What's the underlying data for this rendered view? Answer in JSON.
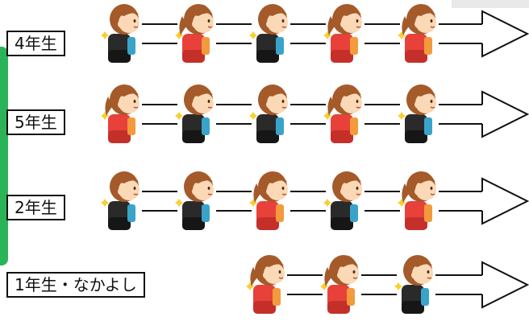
{
  "rows": [
    {
      "label": "4年生",
      "kids": [
        "boy",
        "girl",
        "boy",
        "girl",
        "girl"
      ]
    },
    {
      "label": "5年生",
      "kids": [
        "girl",
        "boy",
        "boy",
        "girl",
        "boy"
      ]
    },
    {
      "label": "2年生",
      "kids": [
        "boy",
        "boy",
        "girl",
        "boy",
        "girl"
      ]
    },
    {
      "label": "1年生・なかよし",
      "kids": [
        "girl",
        "girl",
        "boy"
      ]
    }
  ],
  "colors": {
    "hair": "#a55a2a",
    "skin": "#fbd9b6",
    "boy_backpack": "#2a2a2a",
    "girl_backpack": "#e8413a",
    "strap_accent": "#3aa3c9",
    "sparkle": "#f7cf2f",
    "accent_bar": "#2bb358"
  }
}
